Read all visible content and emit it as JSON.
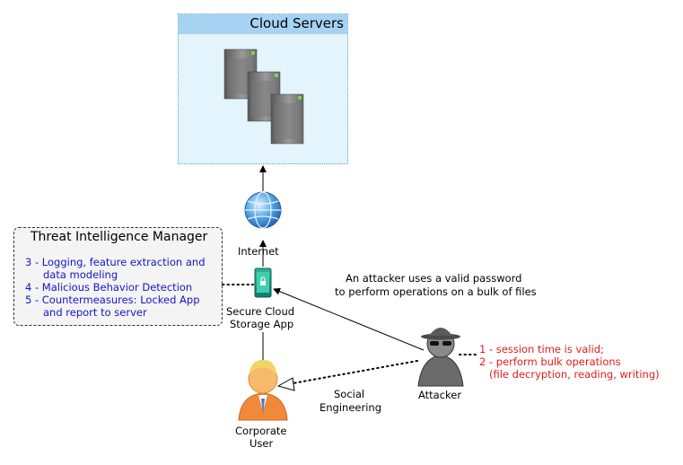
{
  "cloud": {
    "title": "Cloud Servers"
  },
  "internet": {
    "label": "Internet"
  },
  "app": {
    "label_line1": "Secure Cloud",
    "label_line2": "Storage App"
  },
  "tim": {
    "title": "Threat Intelligence Manager",
    "items": [
      "3 - Logging, feature extraction and",
      "data modeling",
      "4 - Malicious Behavior Detection",
      "5 - Countermeasures: Locked App",
      "and report to server"
    ]
  },
  "attack_note": {
    "line1": "An attacker uses a valid password",
    "line2": "to perform operations on a bulk of files"
  },
  "attacker": {
    "label": "Attacker",
    "steps": [
      "1 - session time is valid;",
      "2 - perform bulk operations",
      "(file decryption, reading, writing)"
    ]
  },
  "user": {
    "label_line1": "Corporate",
    "label_line2": "User"
  },
  "social": {
    "line1": "Social",
    "line2": "Engineering"
  },
  "colors": {
    "cloud_bg": "#e4f4fd",
    "cloud_header": "#a7d3f3",
    "tim_text": "#1515c8",
    "attack_text": "#e41b1b"
  },
  "icons": {
    "servers": "server-rack-icon",
    "globe": "globe-icon",
    "phone": "phone-lock-icon",
    "attacker": "hacker-icon",
    "user": "user-icon"
  }
}
